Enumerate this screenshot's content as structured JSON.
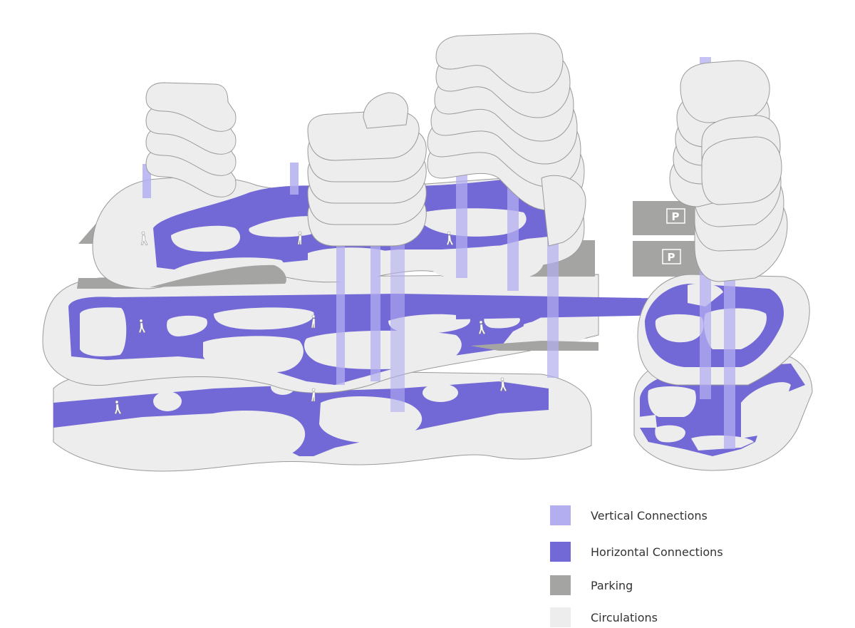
{
  "colors": {
    "vertical": "#b3aef0",
    "horizontal": "#7268d6",
    "parking": "#a4a4a2",
    "circulation": "#ededed",
    "outline": "#9a9a9a"
  },
  "parking_sign": "P",
  "legend": [
    {
      "label": "Vertical Connections",
      "color_key": "vertical"
    },
    {
      "label": "Horizontal Connections",
      "color_key": "horizontal"
    },
    {
      "label": "Parking",
      "color_key": "parking"
    },
    {
      "label": "Circulations",
      "color_key": "circulation"
    }
  ]
}
